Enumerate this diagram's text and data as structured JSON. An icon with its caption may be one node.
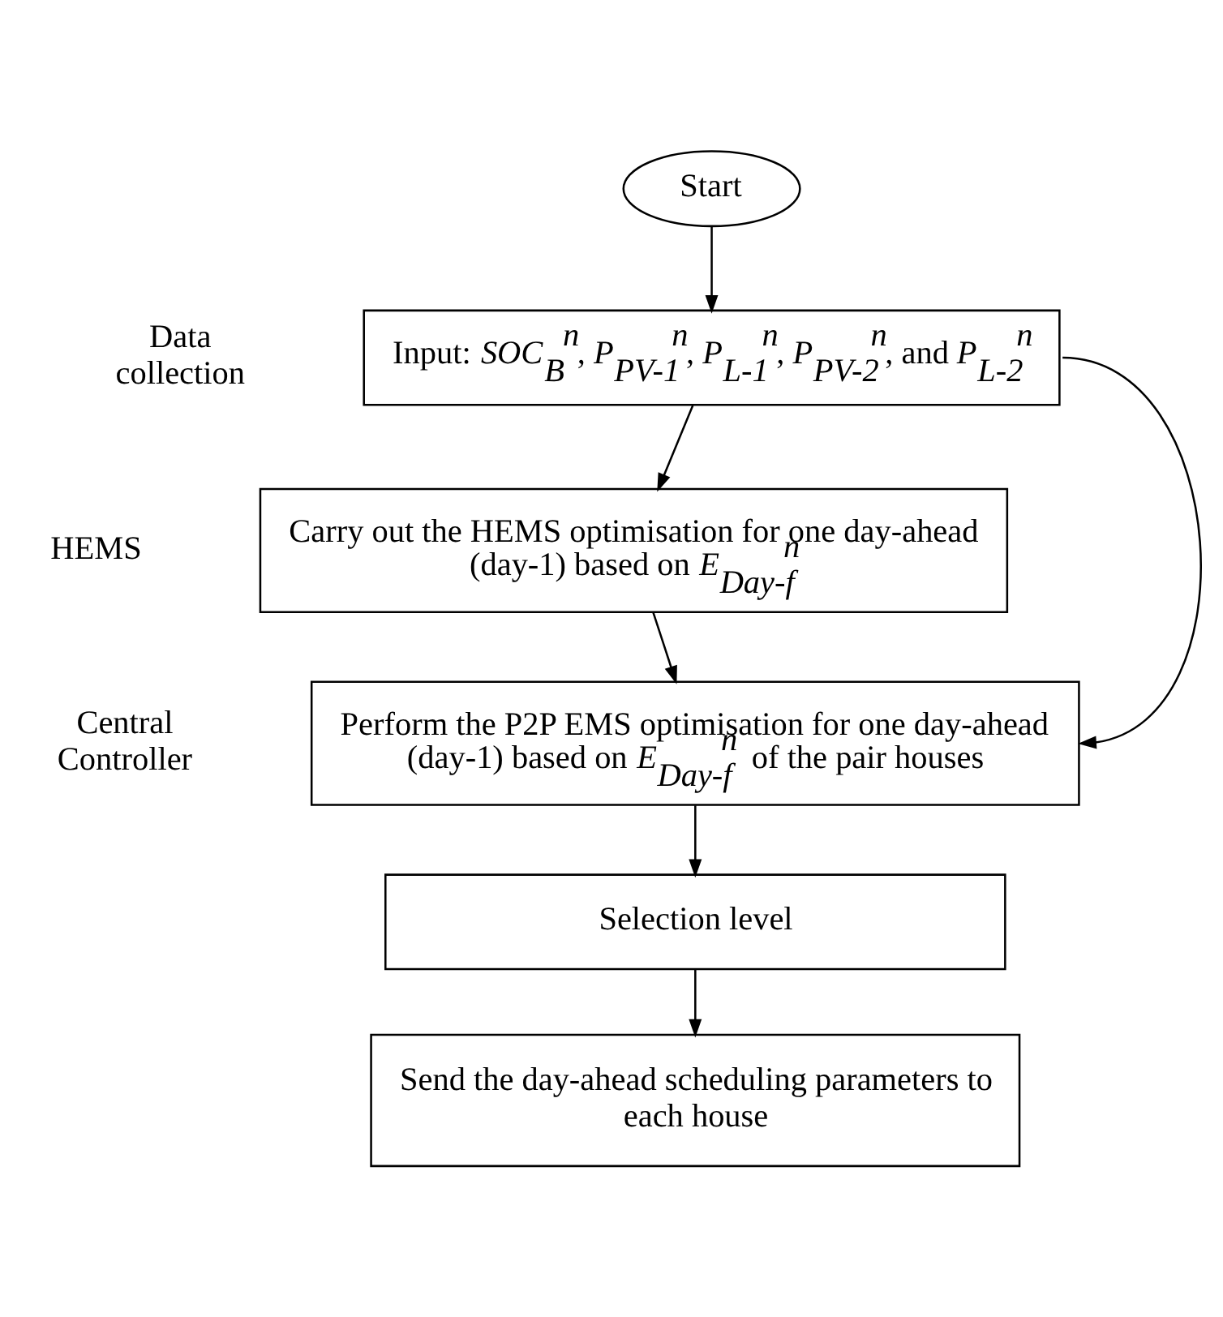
{
  "diagram": {
    "nodes": [
      {
        "text": [
          "Start"
        ]
      },
      {
        "text": [
          "Input: *SOC$_{B}$$^{n}$*, *P$_{PV-1}$$^{n}$*, *P$_{L-1}$$^{n}$*, *P$_{PV-2}$$^{n}$*, and *P$_{L-2}$$^{n}$*"
        ]
      },
      {
        "text": [
          "Carry out the HEMS optimisation for one day-ahead (day-1) based on *E$_{Day-f}$$^{n}$*"
        ]
      },
      {
        "text": [
          "Perform the P2P EMS optimisation for one day-ahead (day-1) based on *E$_{Day-f}$$^{n}$* of the pair houses"
        ]
      },
      {
        "text": [
          "Selection level"
        ]
      },
      {
        "text": [
          "Send the day-ahead scheduling parameters to each house"
        ]
      }
    ],
    "edges": [
      {
        "from": 0,
        "to": 1,
        "arrow": "to"
      },
      {
        "from": 1,
        "to": 2,
        "arrow": "to"
      },
      {
        "from": 2,
        "to": 3,
        "arrow": "to"
      },
      {
        "from": 3,
        "to": 4,
        "arrow": "to"
      },
      {
        "from": 4,
        "to": 5,
        "arrow": "to"
      },
      {
        "from": 1,
        "to": 3,
        "arrow": "to"
      }
    ],
    "labels": [
      "Data collection",
      "HEMS",
      "Central Controller"
    ]
  }
}
